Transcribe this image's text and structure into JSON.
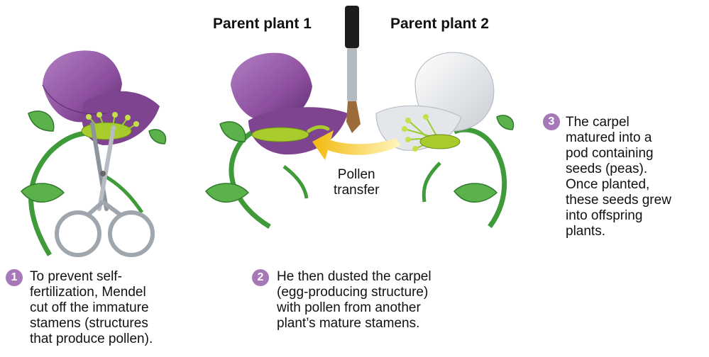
{
  "titles": {
    "parent1": "Parent plant 1",
    "parent2": "Parent plant 2"
  },
  "pollen_transfer": "Pollen\ntransfer",
  "steps": [
    {
      "number": "1",
      "text": "To prevent self-\nfertilization, Mendel\ncut off the immature\nstamens (structures\nthat produce pollen)."
    },
    {
      "number": "2",
      "text": "He then dusted the carpel\n(egg-producing structure)\nwith pollen from another\nplant’s mature stamens."
    },
    {
      "number": "3",
      "text": "The carpel\nmatured into a\npod containing\nseeds (peas).\nOnce planted,\nthese seeds grew\ninto offspring\nplants."
    }
  ],
  "colors": {
    "purple_petal": "#8d4f9e",
    "purple_dark": "#5e2f6f",
    "white_petal": "#eef0f2",
    "stem": "#3f9a3a",
    "leaf": "#5bb24a",
    "carpel": "#a8cc2c",
    "step_badge": "#a678b8",
    "arrow": "#f7c21a",
    "brush_handle": "#1c1c1c"
  }
}
